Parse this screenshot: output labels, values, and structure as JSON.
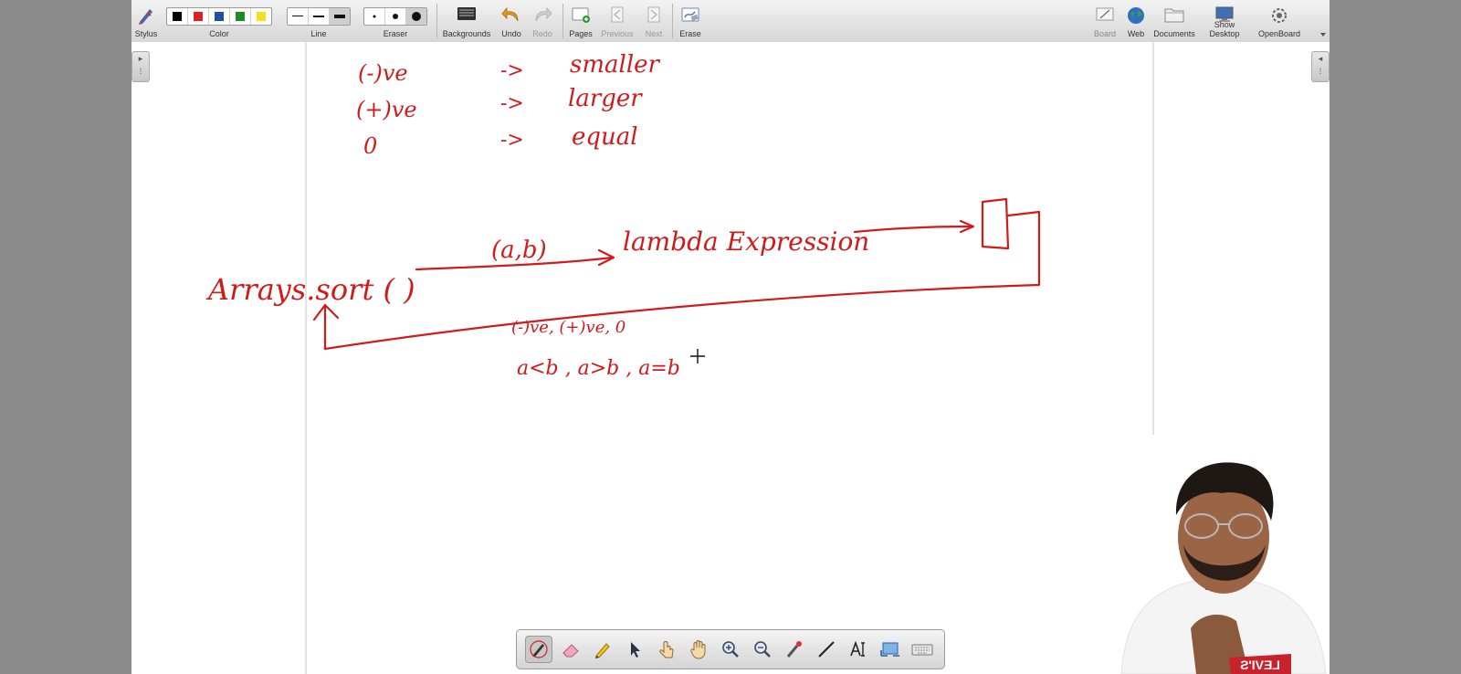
{
  "toolbar": {
    "groups": {
      "stylus": "Stylus",
      "color": "Color",
      "line": "Line",
      "eraser": "Eraser",
      "backgrounds": "Backgrounds",
      "undo": "Undo",
      "redo": "Redo",
      "pages": "Pages",
      "previous": "Previous",
      "next": "Next",
      "erase": "Erase",
      "board": "Board",
      "web": "Web",
      "documents": "Documents",
      "show_desktop": "Show Desktop",
      "openboard": "OpenBoard"
    },
    "colors": [
      "#000000",
      "#e0201f",
      "#1f4fa8",
      "#1e8a22",
      "#f5e11a"
    ],
    "selected_color": "#e0201f"
  },
  "ink": {
    "line1": {
      "left": "(-)ve",
      "arrow": "->",
      "right": "smaller"
    },
    "line2": {
      "left": "(+)ve",
      "arrow": "->",
      "right": "larger"
    },
    "line3": {
      "left": "0",
      "arrow": "->",
      "right": "equal"
    },
    "sort_call": "Arrays.sort ( )",
    "params": "(a,b)",
    "lambda": "lambda Expression",
    "return_values": "(-)ve,   (+)ve,   0",
    "conditions": "a<b  ,  a>b  , a=b",
    "ink_color": "#d11b1b"
  },
  "webcam": {
    "shirt_text": "LEVI'S"
  },
  "bottom_tools": [
    "pen-icon",
    "eraser-icon",
    "marker-icon",
    "selector-icon",
    "interact-icon",
    "hand-icon",
    "zoom-in-icon",
    "zoom-out-icon",
    "laser-pointer-icon",
    "line-icon",
    "text-icon",
    "capture-icon",
    "keyboard-icon"
  ],
  "selected_tool": "pen-icon"
}
